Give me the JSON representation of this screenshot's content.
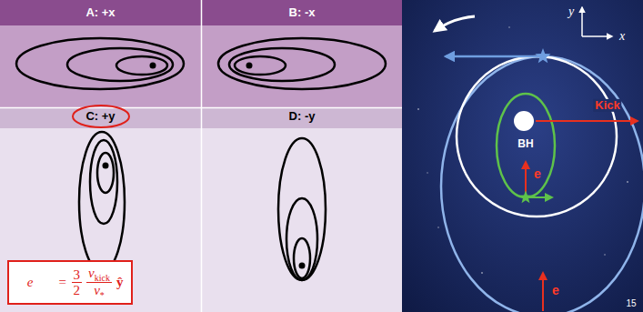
{
  "diagram": {
    "nodes": [
      {
        "text": [
          "A: +x"
        ]
      },
      {
        "text": [
          "B: -x"
        ]
      },
      {
        "text": [
          "C: +y"
        ]
      },
      {
        "text": [
          "⟨e⃗⟩ =",
          "3",
          "2",
          "v",
          "kick",
          "v",
          "*",
          "ŷ"
        ],
        "in": 2
      },
      {
        "text": [
          "D: -y"
        ]
      }
    ],
    "labels": [
      "y",
      "x",
      "Kick",
      "BH",
      "e",
      "e",
      "15"
    ]
  }
}
